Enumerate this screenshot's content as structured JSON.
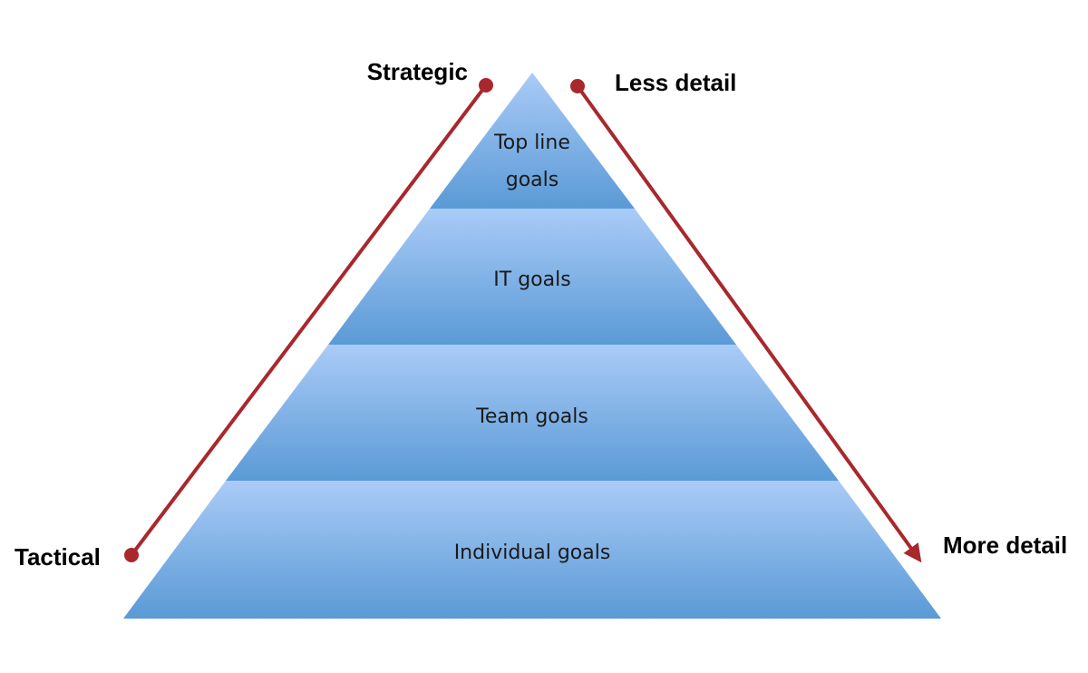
{
  "pyramid": {
    "tiers": [
      {
        "lines": [
          "Top line",
          "goals"
        ]
      },
      {
        "lines": [
          "IT goals"
        ]
      },
      {
        "lines": [
          "Team goals"
        ]
      },
      {
        "lines": [
          "Individual goals"
        ]
      }
    ]
  },
  "left_axis": {
    "top_label": "Strategic",
    "bottom_label": "Tactical"
  },
  "right_axis": {
    "top_label": "Less detail",
    "bottom_label": "More detail"
  },
  "colors": {
    "tier_top": "#aacbf7",
    "tier_bottom": "#5a9ad6",
    "arrow": "#a8282d"
  }
}
